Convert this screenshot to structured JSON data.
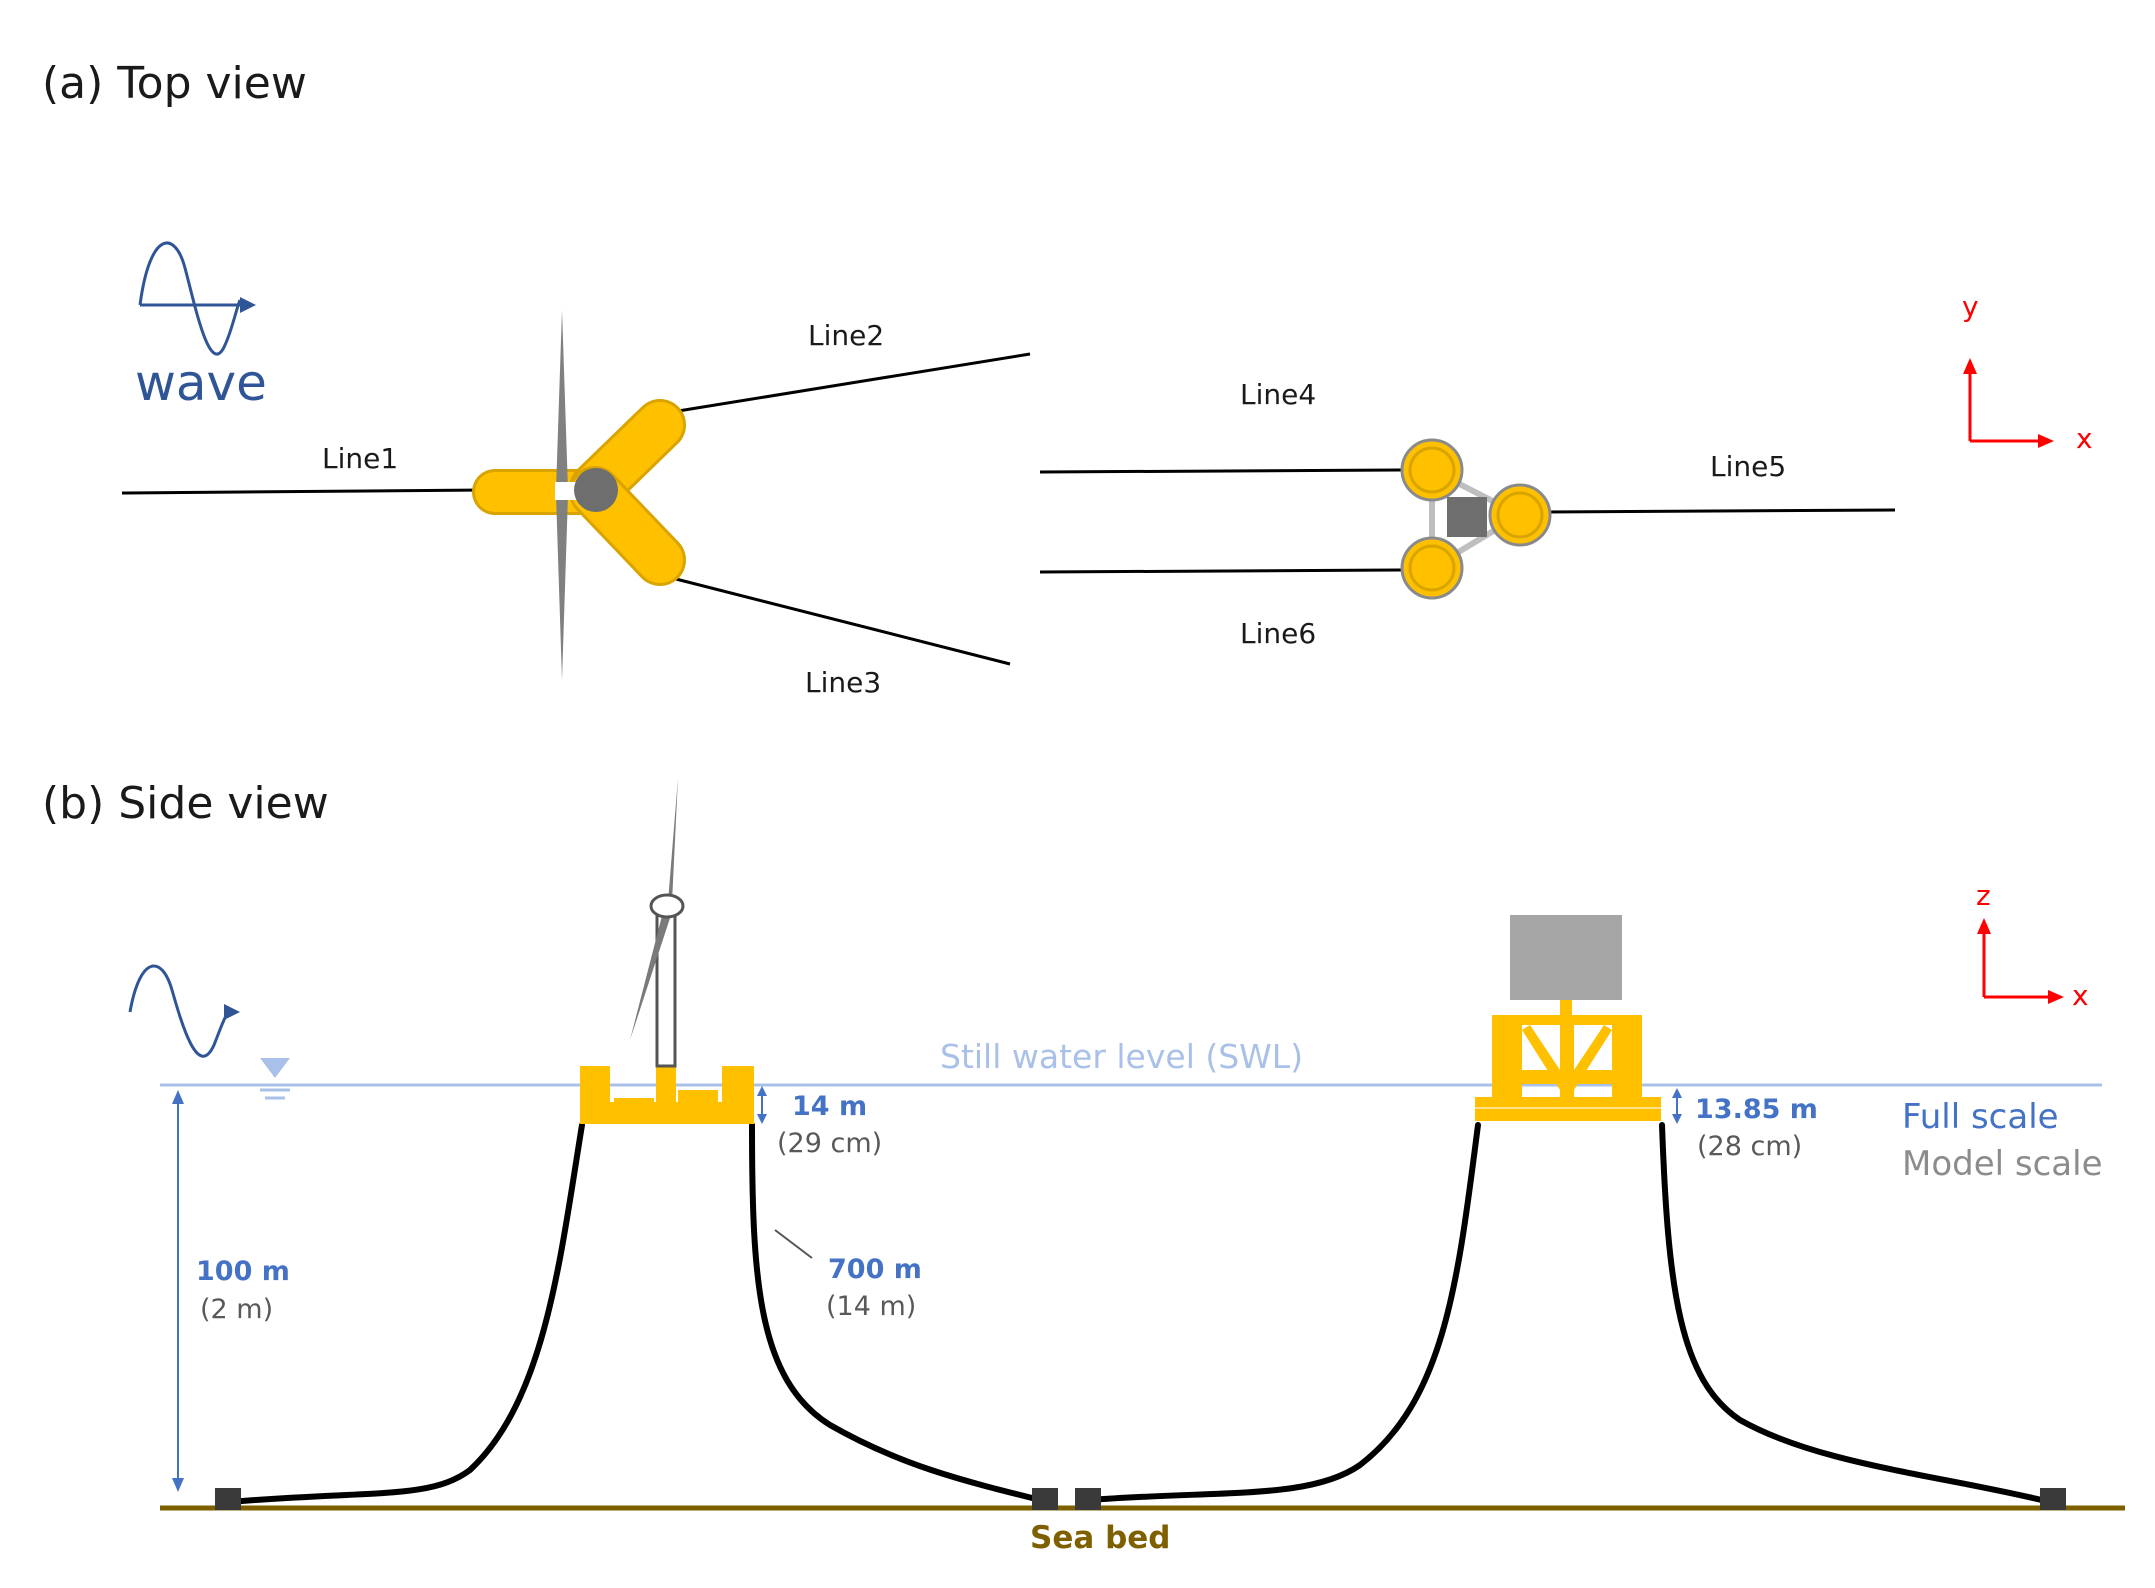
{
  "panels": {
    "top_title": "(a) Top view",
    "side_title": "(b) Side view"
  },
  "top_view": {
    "wave_label": "wave",
    "lines": {
      "line1": "Line1",
      "line2": "Line2",
      "line3": "Line3",
      "line4": "Line4",
      "line5": "Line5",
      "line6": "Line6"
    },
    "axes": {
      "y": "y",
      "x": "x"
    }
  },
  "side_view": {
    "swl_label": "Still water level (SWL)",
    "seabed_label": "Sea bed",
    "depth_full": "100 m",
    "depth_model": "(2 m)",
    "draft1_full": "14 m",
    "draft1_model": "(29 cm)",
    "line_length_full": "700 m",
    "line_length_model": "(14 m)",
    "draft2_full": "13.85 m",
    "draft2_model": "(28 cm)",
    "legend_full": "Full scale",
    "legend_model": "Model scale",
    "axes": {
      "z": "z",
      "x": "x"
    }
  },
  "colors": {
    "hull_yellow": "#ffc000",
    "hull_edge": "#d9a400",
    "mooring": "#000000",
    "wave_blue": "#2f5597",
    "axis_red": "#ff0000",
    "swl_blue": "#a9c1e8",
    "seabed_brown": "#7f6000",
    "dim_blue": "#4472c4",
    "anchor_gray": "#3a3a3a"
  }
}
